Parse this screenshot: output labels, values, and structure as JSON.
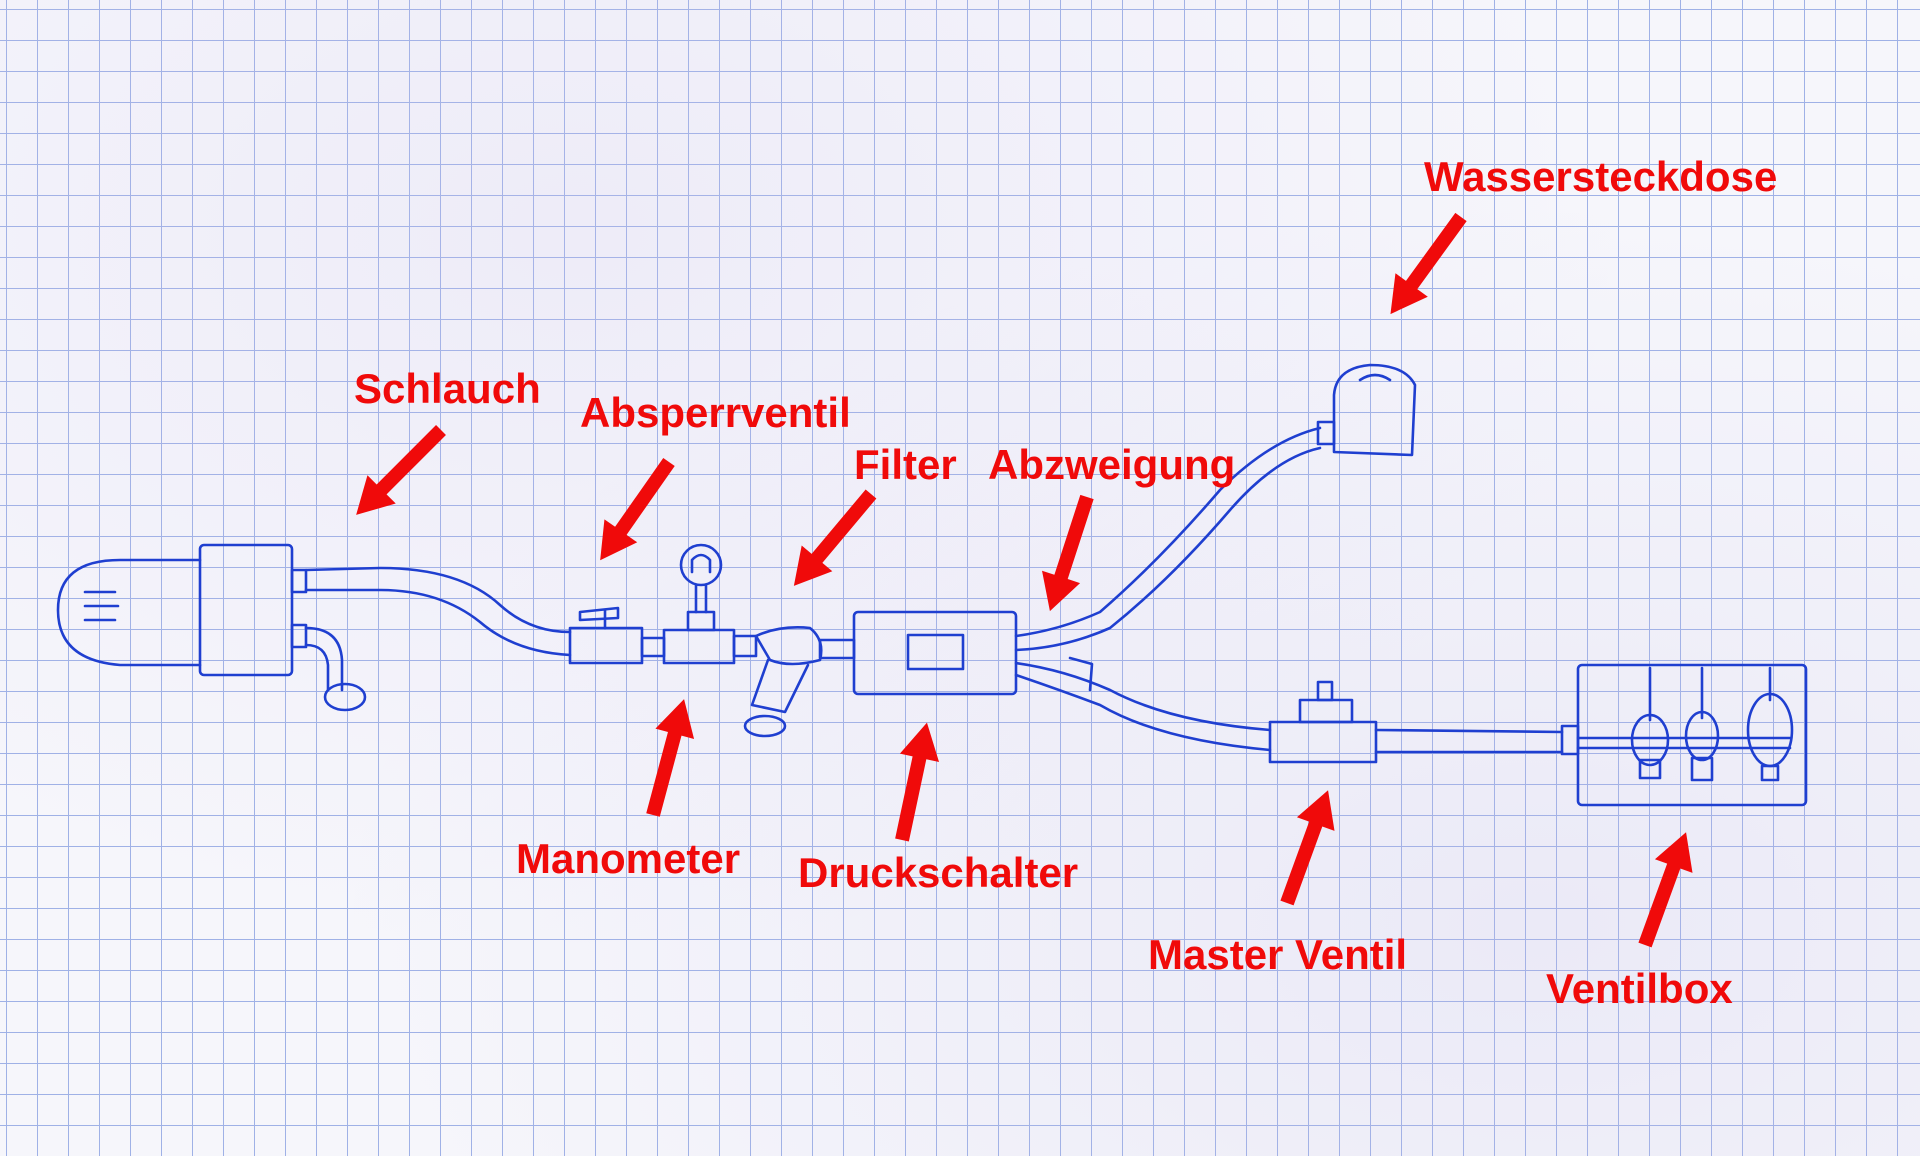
{
  "labels": {
    "schlauch": "Schlauch",
    "absperrventil": "Absperrventil",
    "filter": "Filter",
    "abzweigung": "Abzweigung",
    "wassersteckdose": "Wassersteckdose",
    "manometer": "Manometer",
    "druckschalter": "Druckschalter",
    "master_ventil": "Master Ventil",
    "ventilbox": "Ventilbox"
  },
  "colors": {
    "ink": "#1f3fd0",
    "label": "#f00a0a",
    "grid": "#9fb1e6",
    "paper": "#f6f6fb"
  }
}
